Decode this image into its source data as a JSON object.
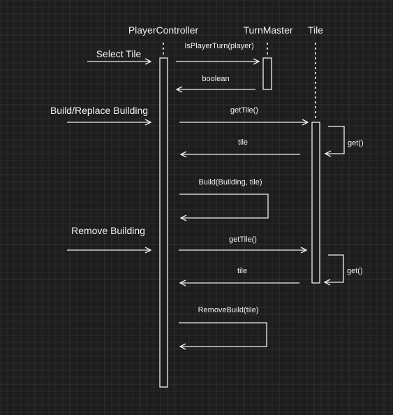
{
  "participants": {
    "player_controller": "PlayerController",
    "turn_master": "TurnMaster",
    "tile": "Tile"
  },
  "user_actions": {
    "select_tile": "Select Tile",
    "build_replace": "Build/Replace Building",
    "remove_building": "Remove Building"
  },
  "messages": {
    "is_player_turn": "IsPlayerTurn(player)",
    "boolean_return": "boolean",
    "get_tile_1": "getTile()",
    "get_self_1": "get()",
    "tile_return_1": "tile",
    "build": "Build(Building, tile)",
    "get_tile_2": "getTile()",
    "get_self_2": "get()",
    "tile_return_2": "tile",
    "remove_build": "RemoveBuild(tile)"
  },
  "colors": {
    "background": "#1d1d1d",
    "line": "#f0f0f0",
    "text": "#f2f2f2",
    "grid": "#2a2a2a"
  }
}
